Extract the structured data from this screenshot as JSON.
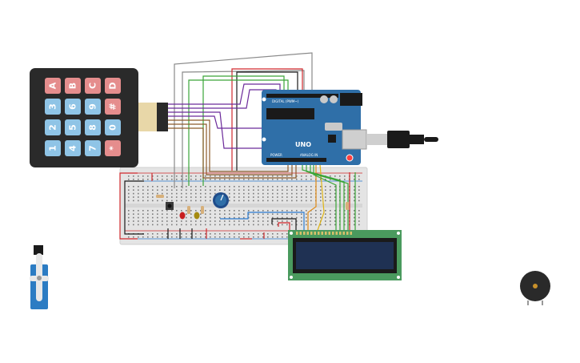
{
  "workspace": {
    "components": [
      {
        "id": "keypad",
        "name": "4x4 keypad"
      },
      {
        "id": "arduino",
        "name": "Arduino Uno R3"
      },
      {
        "id": "breadboard",
        "name": "Breadboard"
      },
      {
        "id": "lcd",
        "name": "LCD 16x2"
      },
      {
        "id": "servo",
        "name": "Micro servo"
      },
      {
        "id": "buzzer",
        "name": "Piezo buzzer"
      },
      {
        "id": "potentiometer",
        "name": "Potentiometer"
      },
      {
        "id": "pushbutton",
        "name": "Pushbutton"
      },
      {
        "id": "led-red",
        "name": "Red LED"
      },
      {
        "id": "led-yellow",
        "name": "Yellow LED"
      }
    ]
  },
  "keypad": {
    "keys": [
      {
        "label": "A",
        "kind": "letter"
      },
      {
        "label": "B",
        "kind": "letter"
      },
      {
        "label": "C",
        "kind": "letter"
      },
      {
        "label": "D",
        "kind": "letter"
      },
      {
        "label": "3",
        "kind": "num"
      },
      {
        "label": "6",
        "kind": "num"
      },
      {
        "label": "9",
        "kind": "num"
      },
      {
        "label": "#",
        "kind": "sym"
      },
      {
        "label": "2",
        "kind": "num"
      },
      {
        "label": "5",
        "kind": "num"
      },
      {
        "label": "8",
        "kind": "num"
      },
      {
        "label": "0",
        "kind": "num"
      },
      {
        "label": "1",
        "kind": "num"
      },
      {
        "label": "4",
        "kind": "num"
      },
      {
        "label": "7",
        "kind": "num"
      },
      {
        "label": "*",
        "kind": "sym"
      }
    ]
  },
  "arduino": {
    "logo_text": "UNO",
    "label_digital": "DIGITAL (PWM~)",
    "label_analog": "ANALOG IN",
    "label_power": "POWER"
  },
  "colors": {
    "keypad_body": "#2a2a2a",
    "key_red": "#e58d8d",
    "key_blue": "#8fc4e6",
    "arduino_blue": "#2f6fa8",
    "breadboard": "#e4e4e4",
    "lcd_green": "#4a9a5e",
    "lcd_screen": "#1f3153",
    "servo_blue": "#2c7cc3",
    "wire_red": "#d0282c",
    "wire_purple": "#6b2a9a",
    "wire_green": "#3aa538",
    "wire_brown": "#8c5a2a",
    "wire_orange": "#e08a15",
    "wire_blue": "#2a7bd0",
    "wire_gray": "#8a8a8a",
    "wire_black": "#1a1a1a"
  }
}
